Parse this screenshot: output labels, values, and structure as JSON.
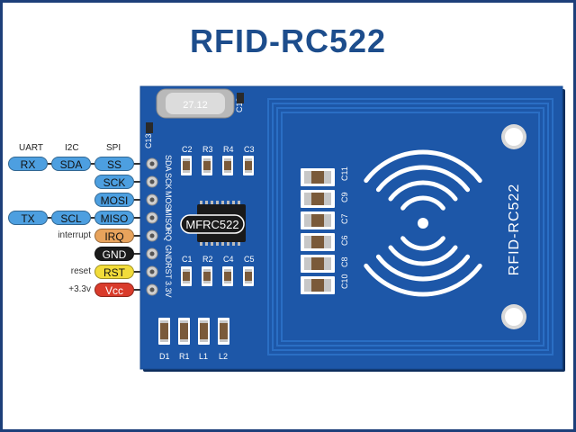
{
  "title": "RFID-RC522",
  "headers": {
    "uart": "UART",
    "i2c": "I2C",
    "spi": "SPI"
  },
  "pins": [
    {
      "uart": "RX",
      "i2c": "SDA",
      "spi": "SS",
      "color": "blue",
      "note": ""
    },
    {
      "uart": "",
      "i2c": "",
      "spi": "SCK",
      "color": "blue",
      "note": ""
    },
    {
      "uart": "",
      "i2c": "",
      "spi": "MOSI",
      "color": "blue",
      "note": ""
    },
    {
      "uart": "TX",
      "i2c": "SCL",
      "spi": "MISO",
      "color": "blue",
      "note": ""
    },
    {
      "uart": "",
      "i2c": "",
      "spi": "IRQ",
      "color": "orange",
      "note": "interrupt"
    },
    {
      "uart": "",
      "i2c": "",
      "spi": "GND",
      "color": "black",
      "note": ""
    },
    {
      "uart": "",
      "i2c": "",
      "spi": "RST",
      "color": "yellow",
      "note": "reset"
    },
    {
      "uart": "",
      "i2c": "",
      "spi": "Vcc",
      "color": "red",
      "note": "+3.3v"
    }
  ],
  "board": {
    "crystal": "27.12",
    "chip": "MFRC522",
    "antenna_text": "RFID-RC522",
    "header_silkscreen": [
      "SDA",
      "SCK",
      "MOSI",
      "MISO",
      "IRQ",
      "GND",
      "RST",
      "3.3V"
    ],
    "components": {
      "c13": "C13",
      "c12": "C12",
      "top_row": [
        "C2",
        "R3",
        "R4",
        "C3"
      ],
      "mid_row": [
        "C1",
        "R2",
        "C4",
        "C5"
      ],
      "bottom_row": [
        "D1",
        "R1",
        "L1",
        "L2"
      ],
      "right_col": [
        "C11",
        "C9",
        "C7",
        "C6",
        "C8",
        "C10"
      ]
    }
  },
  "colors": {
    "title": "#1d4d8c",
    "border": "#1d3f7a",
    "pcb": "#1d57a8",
    "blue_pill": "#4d9fe0",
    "orange_pill": "#e8a35c",
    "black_pill": "#1b1b1b",
    "yellow_pill": "#f2dc3a",
    "red_pill": "#d93b2b"
  }
}
